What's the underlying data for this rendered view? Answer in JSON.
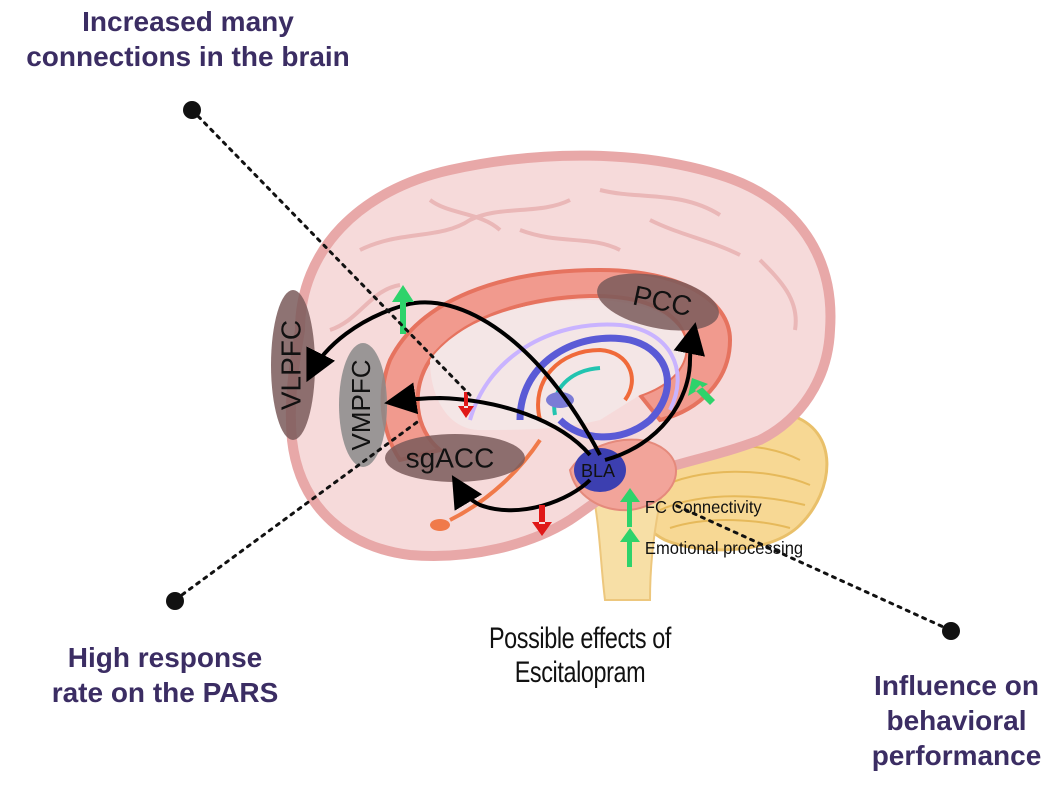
{
  "callouts": {
    "top": "Increased many\nconnections in the brain",
    "left": "High response\nrate on the PARS",
    "right": "Influence on\nbehavioral\nperformance"
  },
  "regions": {
    "vlpfc": "VLPFC",
    "vmpfc": "VMPFC",
    "sgacc": "sgACC",
    "pcc": "PCC",
    "bla": "BLA"
  },
  "legend": {
    "fc_connectivity": "FC Connectivity",
    "emotional_processing": "Emotional processing"
  },
  "caption": "Possible effects of Escitalopram",
  "colors": {
    "callout_text": "#3b2d63",
    "increase_arrow": "#2ed36b",
    "decrease_arrow": "#e01818",
    "brain_fill": "#f6dada",
    "brain_outline": "#e8a8a8",
    "cerebellum": "#f7d894",
    "region_fill": "#7a5b5b",
    "amygdala": "#3c3fb0"
  }
}
